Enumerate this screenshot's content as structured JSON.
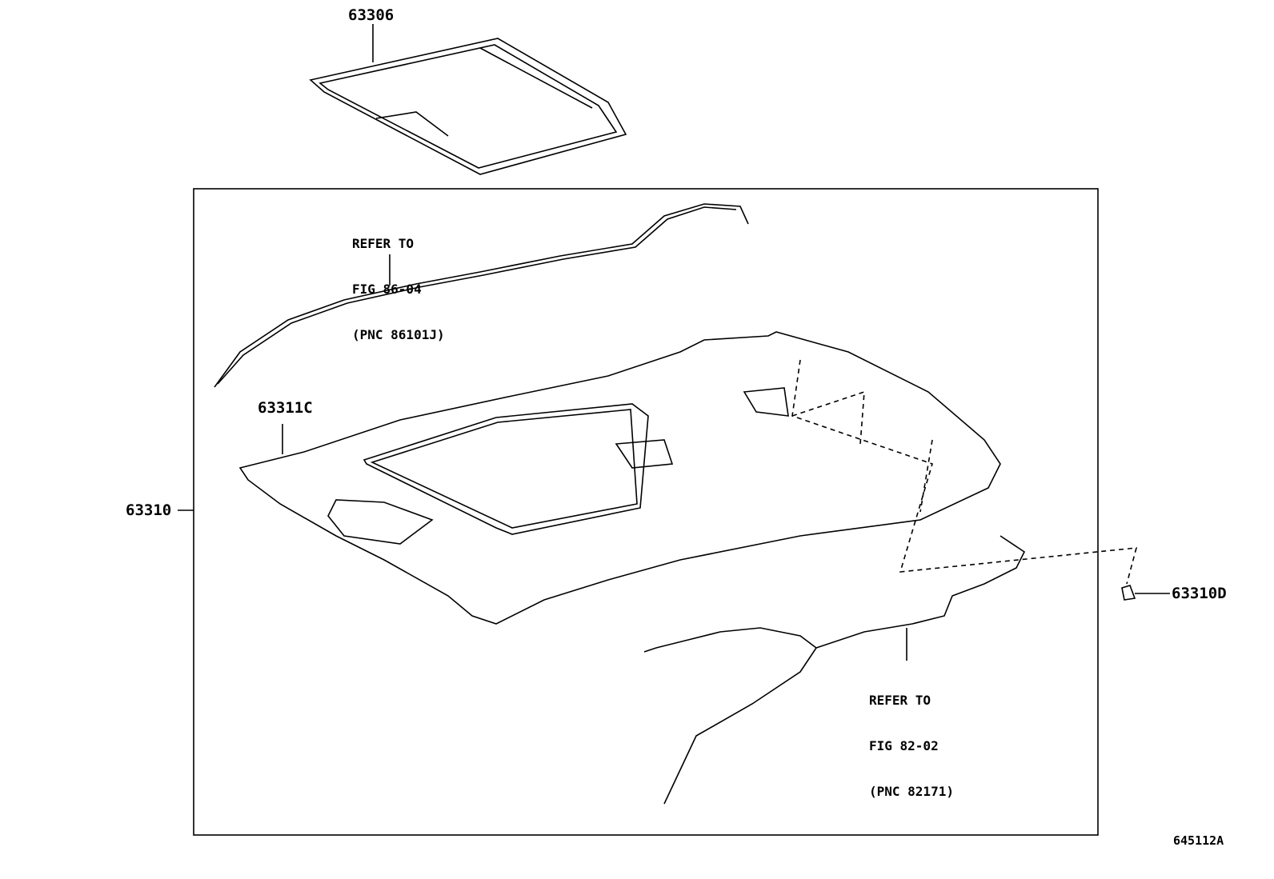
{
  "parts": {
    "sunshade": "63306",
    "headliner_assembly": "63310",
    "headliner": "63311C",
    "clip": "63310D"
  },
  "references": [
    {
      "line1": "REFER TO",
      "line2": "FIG 86-04",
      "line3": "(PNC 86101J)"
    },
    {
      "line1": "REFER TO",
      "line2": "FIG 82-02",
      "line3": "(PNC 82171)"
    }
  ],
  "illustration_id": "645112A"
}
